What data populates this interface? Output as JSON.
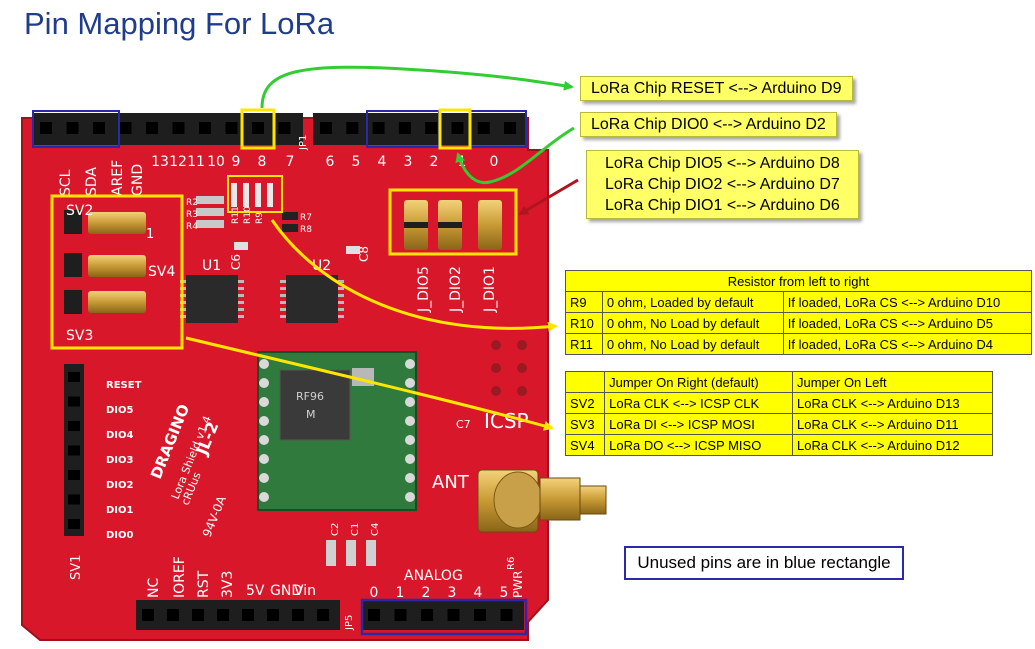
{
  "title": "Pin Mapping For LoRa",
  "callouts": {
    "reset": "LoRa  Chip RESET <--> Arduino D9",
    "dio0": "LoRa  Chip DIO0 <--> Arduino D2",
    "dio_group": [
      "LoRa Chip DIO5 <--> Arduino D8",
      "LoRa Chip DIO2 <--> Arduino D7",
      "LoRa Chip DIO1 <--> Arduino D6"
    ]
  },
  "resistor_table": {
    "caption": "Resistor from left to right",
    "rows": [
      [
        "R9",
        "0 ohm, Loaded by default",
        "If loaded, LoRa CS <--> Arduino D10"
      ],
      [
        "R10",
        "0 ohm, No Load by default",
        "If loaded, LoRa CS <--> Arduino D5"
      ],
      [
        "R11",
        "0 ohm, No Load by default",
        "If loaded, LoRa CS <--> Arduino D4"
      ]
    ]
  },
  "jumper_table": {
    "headers": [
      "",
      "Jumper On Right (default)",
      "Jumper On Left"
    ],
    "rows": [
      [
        "SV2",
        "LoRa CLK <--> ICSP CLK",
        "LoRa CLK <--> Arduino D13"
      ],
      [
        "SV3",
        "LoRa DI <--> ICSP MOSI",
        "LoRa CLK <--> Arduino D11"
      ],
      [
        "SV4",
        "LoRa DO <--> ICSP MISO",
        "LoRa CLK <--> Arduino D12"
      ]
    ]
  },
  "unused_note": "Unused  pins are in blue rectangle",
  "board": {
    "top_header_labels": [
      "SCL",
      "SDA",
      "AREF",
      "GND",
      "13",
      "12",
      "11",
      "10",
      "9",
      "8",
      "7",
      "6",
      "5",
      "4",
      "3",
      "2",
      "1",
      "0"
    ],
    "jp_label": "JP1",
    "bottom_power_labels": [
      "NC",
      "IOREF",
      "RST",
      "3V3",
      "5V",
      "GND",
      "Vin"
    ],
    "analog_label": "ANALOG",
    "analog_numbers": [
      "0",
      "1",
      "2",
      "3",
      "4",
      "5"
    ],
    "left_header_labels": [
      "RESET",
      "DIO5",
      "DIO4",
      "DIO3",
      "DIO2",
      "DIO1",
      "DIO0"
    ],
    "sv_labels": [
      "SV2",
      "SV4",
      "SV3",
      "SV1"
    ],
    "jumper_labels": [
      "J_DIO5",
      "J_DIO2",
      "J_DIO1"
    ],
    "resistor_labels": [
      "R2",
      "R3",
      "R4",
      "R7",
      "R8",
      "R11",
      "R10",
      "R9"
    ],
    "ic_labels": [
      "U1",
      "U2",
      "C6",
      "C8"
    ],
    "module_text": [
      "RF96",
      "M"
    ],
    "brand": "DRAGINO",
    "shield_name": "Lora Shield v1.4",
    "model": "JL-2",
    "cert": "94V-0A",
    "ul_mark": "cRUus",
    "icsp_label": "ICSP",
    "c7_label": "C7",
    "ant_label": "ANT",
    "cap_labels": [
      "C2",
      "C1",
      "C4"
    ],
    "pwr_label": "PWR",
    "r6_label": "R6",
    "jp5_label": "JP5",
    "sv_one_label": "1"
  },
  "colors": {
    "title": "#1f3d8c",
    "board_red": "#d8182a",
    "callout_fill": "#ffff66",
    "table_fill": "#ffff00",
    "highlight_yellow": "#ffe600",
    "unused_blue": "#2a2aa8",
    "arrow_green": "#33cc33",
    "arrow_darkred": "#b0151f"
  }
}
